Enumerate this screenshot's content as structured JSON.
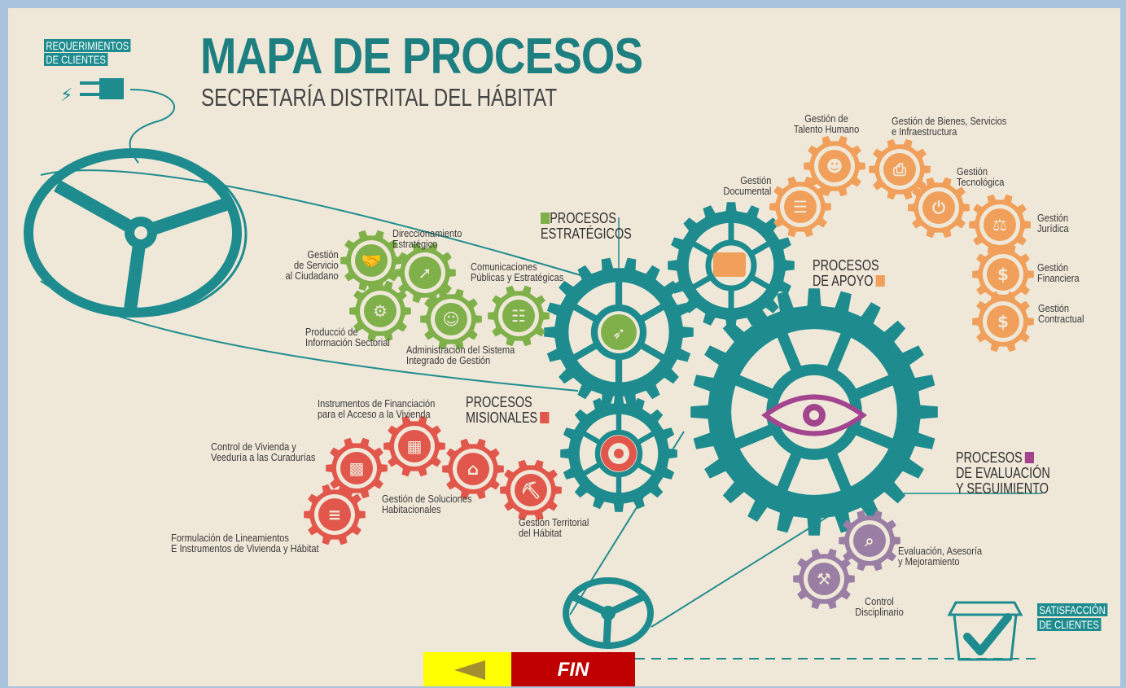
{
  "header": {
    "title": "MAPA DE PROCESOS",
    "subtitle": "SECRETARÍA DISTRITAL DEL HÁBITAT",
    "requirements_line1": "REQUERIMIENTOS",
    "requirements_line2": "DE CLIENTES",
    "satisfaction_line1": "SATISFACCIÓN",
    "satisfaction_line2": "DE CLIENTES"
  },
  "colors": {
    "teal": "#1e8c8e",
    "green": "#7fb04a",
    "orange": "#f0a05a",
    "red": "#e2574c",
    "magenta": "#a3448f",
    "purple": "#9a7ea3",
    "back_button": "#ffff00",
    "fin_button": "#c00000"
  },
  "groups": {
    "strategic": {
      "line1": "PROCESOS",
      "line2": "ESTRATÉGICOS"
    },
    "support": {
      "line1": "PROCESOS",
      "line2": "DE APOYO"
    },
    "missional": {
      "line1": "PROCESOS",
      "line2": "MISIONALES"
    },
    "evaluation": {
      "line1": "PROCESOS",
      "line2": "DE EVALUACIÓN",
      "line3": "Y SEGUIMIENTO"
    }
  },
  "strategic_processes": [
    {
      "line1": "Gestión",
      "line2": "de Servicio",
      "line3": "al Ciudadano",
      "icon": "handshake-icon"
    },
    {
      "line1": "Direccionamiento",
      "line2": "Estratégico",
      "icon": "arrow-up-right-icon"
    },
    {
      "line1": "Comunicaciones",
      "line2": "Públicas y Estratégicas",
      "icon": "chat-icon"
    },
    {
      "line1": "Producció de",
      "line2": "Información Sectorial",
      "icon": "gear-icon"
    },
    {
      "line1": "Administración del Sistema",
      "line2": "Integrado de Gestión",
      "icon": "person-icon"
    }
  ],
  "support_processes": [
    {
      "line1": "Gestión de",
      "line2": "Talento Humano",
      "icon": "people-icon"
    },
    {
      "line1": "Gestión de Bienes, Servicios",
      "line2": "e Infraestructura",
      "icon": "printer-icon"
    },
    {
      "line1": "Gestión",
      "line2": "Documental",
      "icon": "documents-icon"
    },
    {
      "line1": "Gestión",
      "line2": "Tecnológica",
      "icon": "power-icon"
    },
    {
      "line1": "Gestión",
      "line2": "Jurídica",
      "icon": "scales-icon"
    },
    {
      "line1": "Gestión",
      "line2": "Financiera",
      "icon": "dollar-icon"
    },
    {
      "line1": "Gestión",
      "line2": "Contractual",
      "icon": "dollar-icon"
    }
  ],
  "missional_processes": [
    {
      "line1": "Instrumentos de Financiación",
      "line2": "para el Acceso a la Vivienda",
      "icon": "calculator-icon"
    },
    {
      "line1": "Control de Vivienda  y",
      "line2": "Veeduría a las Curadurías",
      "icon": "boxes-icon"
    },
    {
      "line1": "Gestión de Soluciones",
      "line2": "Habitacionales",
      "icon": "house-icon"
    },
    {
      "line1": "Gestión Territorial",
      "line2": "del Hábitat",
      "icon": "excavator-icon"
    },
    {
      "line1": "Formulación de Lineamientos",
      "line2": "E Instrumentos de Vivienda y Hábitat",
      "icon": "list-icon"
    }
  ],
  "evaluation_processes": [
    {
      "line1": "Evaluación, Asesoría",
      "line2": "y Mejoramiento",
      "icon": "magnifier-icon"
    },
    {
      "line1": "Control",
      "line2": "Disciplinario",
      "icon": "gavel-icon"
    }
  ],
  "navigation": {
    "back_icon": "triangle-left-icon",
    "fin_label": "FIN"
  }
}
